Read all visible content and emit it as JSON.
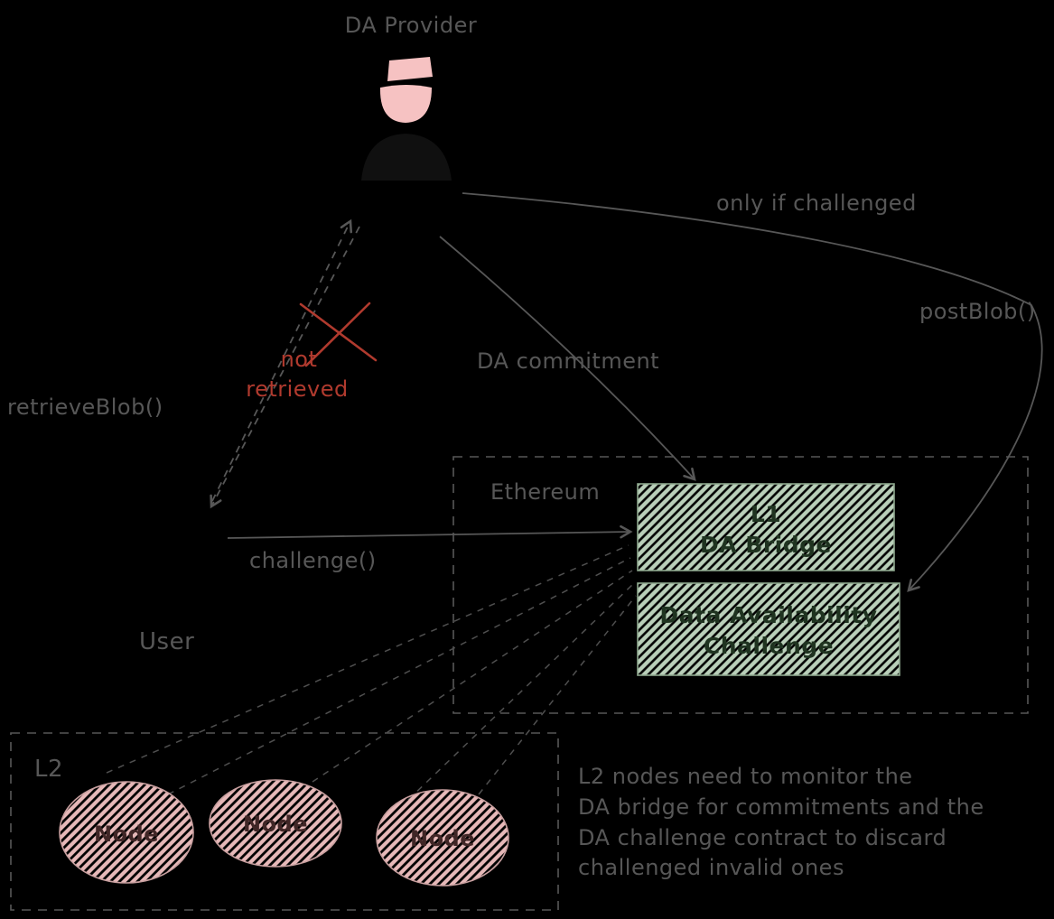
{
  "colors": {
    "background": "#000000",
    "stroke_gray": "#575757",
    "red": "#b03a2e",
    "green_hatch": "#b9cfb9",
    "green_text": "#1f3320",
    "pink": "#f6c2c2",
    "pink_hatch": "#e6b8b8",
    "node_text": "#402626"
  },
  "labels": {
    "da_provider": "DA Provider",
    "only_if_challenged": "only if challenged",
    "post_blob": "postBlob()",
    "da_commitment": "DA commitment",
    "retrieve_blob": "retrieveBlob()",
    "not_retrieved_line1": "not",
    "not_retrieved_line2": "retrieved",
    "challenge_call": "challenge()",
    "user": "User",
    "ethereum": "Ethereum",
    "l2": "L2"
  },
  "boxes": {
    "bridge": {
      "line1": "L1",
      "line2": "DA Bridge"
    },
    "challenge": {
      "line1": "Data Availability",
      "line2": "Challenge"
    }
  },
  "nodes": [
    "Node",
    "Node",
    "Node"
  ],
  "note": {
    "lines": [
      "L2 nodes need to monitor the",
      "DA bridge for commitments and the",
      "DA challenge contract to discard",
      "challenged invalid ones"
    ]
  }
}
